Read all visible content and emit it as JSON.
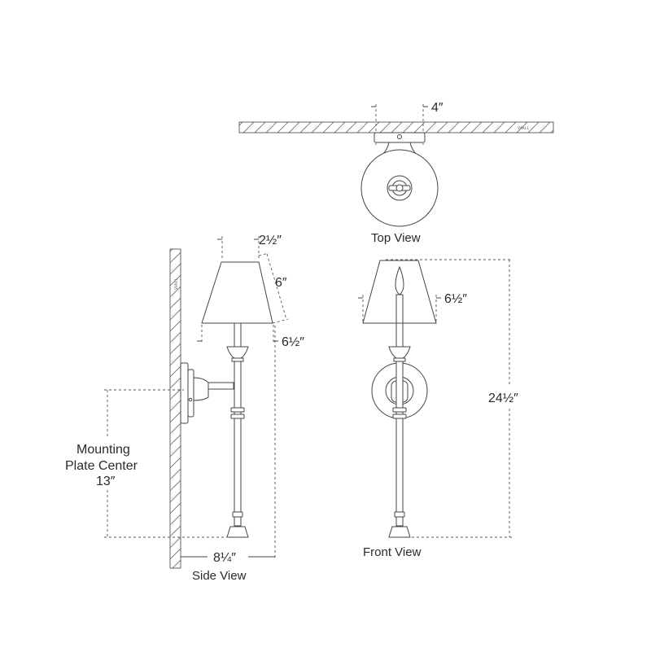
{
  "views": {
    "top": "Top View",
    "side": "Side View",
    "front": "Front View"
  },
  "wall_label": "WALL",
  "dimensions": {
    "top_plate_width": "4″",
    "side_shade_top": "2½″",
    "side_shade_height": "6″",
    "side_shade_bottom": "6½″",
    "front_shade_bottom": "6½″",
    "overall_height": "24½″",
    "mounting_plate_line1": "Mounting",
    "mounting_plate_line2": "Plate Center",
    "mounting_plate_value": "13″",
    "extension": "8¼″"
  },
  "colors": {
    "ink": "#444444",
    "background": "#ffffff"
  }
}
